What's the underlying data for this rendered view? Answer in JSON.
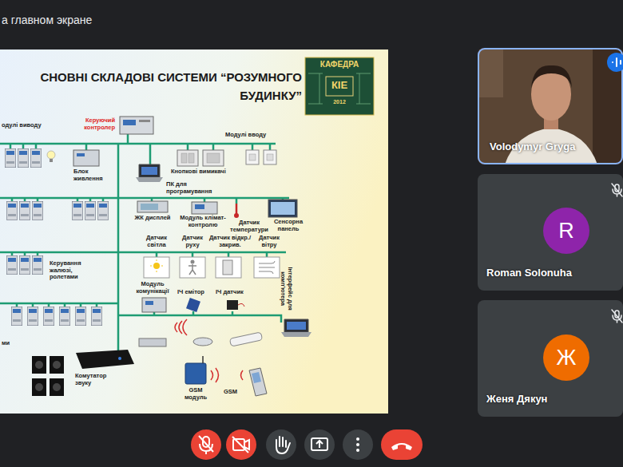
{
  "diagram": {
    "title": "СНОВНІ СКЛАДОВІ СИСТЕМИ “РОЗУМНОГО БУДИНКУ”",
    "nodes": [
      {
        "text": [
          "Volodymyr Gryga"
        ]
      },
      {
        "text": [
          "Roman Solonuha"
        ]
      },
      {
        "text": [
          "R"
        ],
        "in": 1
      },
      {
        "text": [
          "Женя Дякун"
        ]
      },
      {
        "text": [
          "Ж"
        ],
        "in": 3
      }
    ],
    "labels": [
      "а главном экране",
      "КАФЕДРА",
      "КІЕ",
      "2012",
      "одулі виводу",
      "Керуючий контролер",
      "Модулі вводу",
      "Блок живлення",
      "Кнопкові вимикачі",
      "ПК для програмування",
      "ЖК дисплей",
      "Модуль клімат-контролю",
      "Датчик температури",
      "Сенсорна панель",
      "Датчик світла",
      "Датчик руху",
      "Датчик відкр./закрив.",
      "Датчик вітру",
      "Керування жалюзі, ролетами",
      "Модуль комунікації",
      "ІЧ емітор",
      "ІЧ датчик",
      "Інтерфейс для комп'ютера",
      "ми",
      "Комутатор звуку",
      "GSM модуль",
      "GSM"
    ]
  }
}
